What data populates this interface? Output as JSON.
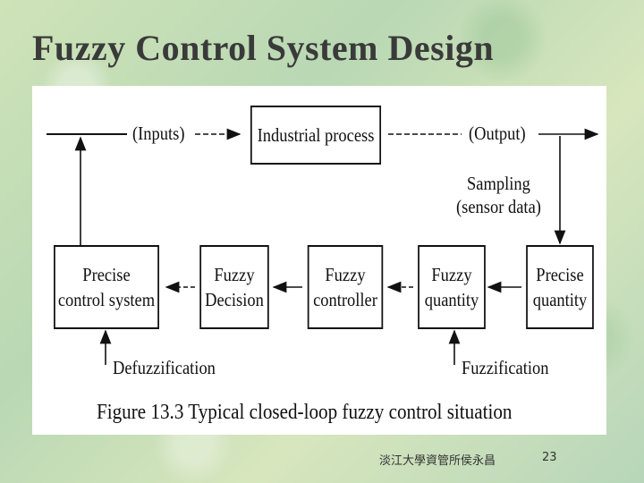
{
  "slide": {
    "title": "Fuzzy Control System Design",
    "footer_text": "淡江大學資管所侯永昌",
    "page_number": "23"
  },
  "diagram": {
    "boxes": {
      "industrial_process": "Industrial process",
      "precise_control": "Precise\ncontrol system",
      "fuzzy_decision": "Fuzzy\nDecision",
      "fuzzy_controller": "Fuzzy\ncontroller",
      "fuzzy_quantity": "Fuzzy\nquantity",
      "precise_quantity": "Precise\nquantity"
    },
    "labels": {
      "inputs": "(Inputs)",
      "output": "(Output)",
      "sampling": "Sampling\n(sensor data)",
      "defuzzification": "Defuzzification",
      "fuzzification": "Fuzzification"
    },
    "caption": "Figure 13.3 Typical closed-loop fuzzy control situation"
  }
}
